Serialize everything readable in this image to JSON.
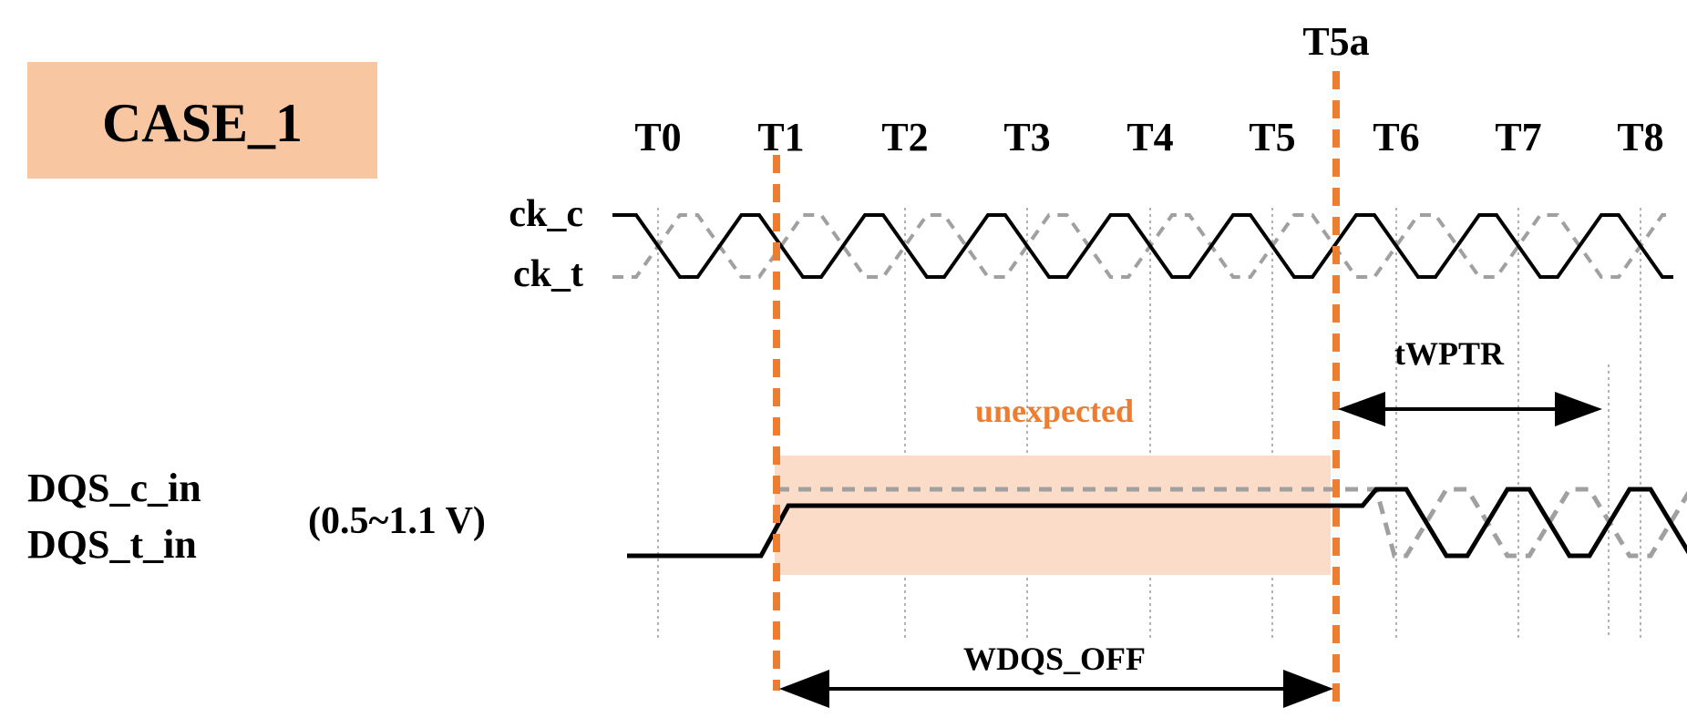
{
  "case_label": "CASE_1",
  "time_marker": "T5a",
  "clock_ticks": [
    "T0",
    "T1",
    "T2",
    "T3",
    "T4",
    "T5",
    "T6",
    "T7",
    "T8"
  ],
  "signals": {
    "ck_c": "ck_c",
    "ck_t": "ck_t",
    "dqs_c_in": "DQS_c_in",
    "dqs_t_in": "DQS_t_in",
    "voltage_range": "(0.5~1.1 V)"
  },
  "annotations": {
    "unexpected": "unexpected",
    "twptr": "tWPTR",
    "wdqs_off": "WDQS_OFF"
  },
  "colors": {
    "orange": "#ED7D31",
    "case_box": "#F8C6A0",
    "shade": "#FBDCC8",
    "dashed_gray": "#A0A0A0"
  }
}
